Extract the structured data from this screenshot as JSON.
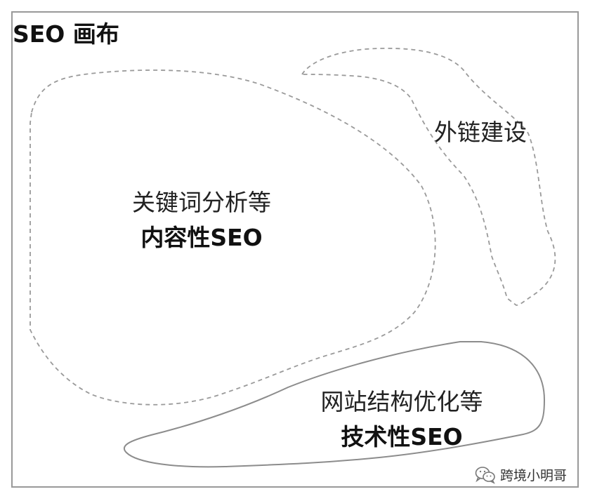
{
  "title": "SEO 画布",
  "regions": {
    "content": {
      "subtitle": "关键词分析等",
      "name": "内容性SEO"
    },
    "external": {
      "subtitle": "外链建设"
    },
    "technical": {
      "subtitle": "网站结构优化等",
      "name": "技术性SEO"
    }
  },
  "watermark": {
    "text": "跨境小明哥",
    "icon": "wechat-icon"
  },
  "colors": {
    "frame": "#999999",
    "dashed_outline": "#9a9a9a",
    "solid_outline": "#8c8c8c"
  }
}
